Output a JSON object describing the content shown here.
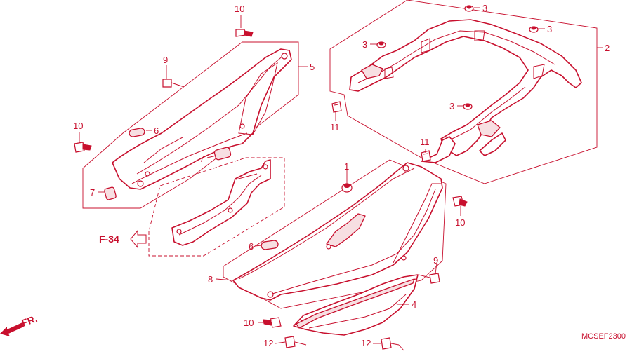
{
  "diagram": {
    "drawing_code": "MCSEF2300",
    "reference": "F-34",
    "front_label": "FR.",
    "callouts": {
      "c1": "1",
      "c2": "2",
      "c3a": "3",
      "c3b": "3",
      "c3c": "3",
      "c3d": "3",
      "c4": "4",
      "c5": "5",
      "c6a": "6",
      "c6b": "6",
      "c7a": "7",
      "c7b": "7",
      "c8": "8",
      "c9a": "9",
      "c9b": "9",
      "c10a": "10",
      "c10b": "10",
      "c10c": "10",
      "c10d": "10",
      "c11a": "11",
      "c11b": "11",
      "c12a": "12",
      "c12b": "12"
    },
    "colors": {
      "line": "#c8102e",
      "background": "#ffffff"
    }
  }
}
